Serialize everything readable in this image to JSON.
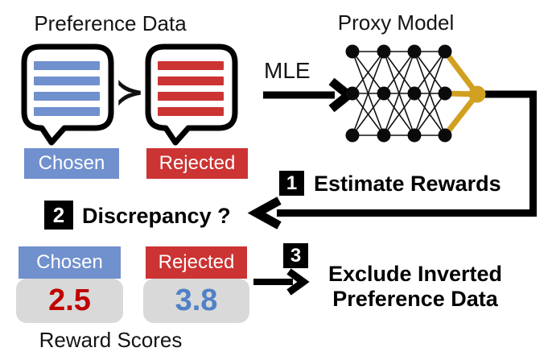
{
  "colors": {
    "blue": "#7090CE",
    "red": "#CC3333",
    "gold": "#D2A021",
    "gray": "#D9D9D9",
    "score_red": "#C00000",
    "score_blue": "#4F81C7"
  },
  "preference_data": {
    "title": "Preference Data",
    "chosen_label": "Chosen",
    "rejected_label": "Rejected",
    "comparison_symbol": "≻"
  },
  "proxy_model": {
    "title": "Proxy Model",
    "mle_label": "MLE"
  },
  "steps": {
    "estimate": {
      "number": "1",
      "label": "Estimate Rewards"
    },
    "discrepancy": {
      "number": "2",
      "label": "Discrepancy ?"
    },
    "exclude": {
      "number": "3",
      "label_line1": "Exclude Inverted",
      "label_line2": "Preference Data"
    }
  },
  "reward_scores": {
    "caption": "Reward Scores",
    "chosen": {
      "label": "Chosen",
      "score": "2.5"
    },
    "rejected": {
      "label": "Rejected",
      "score": "3.8"
    }
  },
  "icons": {
    "chosen_bubble": "speech-bubble-icon",
    "rejected_bubble": "speech-bubble-icon",
    "network": "neural-network-icon",
    "mle_arrow": "arrow-right-icon",
    "feedback_arrow": "arrow-left-icon",
    "exclude_arrow": "arrow-right-icon"
  }
}
